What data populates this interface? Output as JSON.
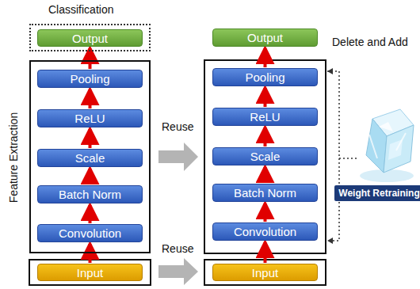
{
  "diagram": {
    "nodes": [
      {
        "text": [
          "Classification"
        ]
      },
      {
        "text": [
          "Output"
        ],
        "in": 0
      },
      {
        "text": [
          "Feature Extraction"
        ]
      },
      {
        "text": [
          "Pooling"
        ],
        "in": 2
      },
      {
        "text": [
          "ReLU"
        ],
        "in": 2
      },
      {
        "text": [
          "Scale"
        ],
        "in": 2
      },
      {
        "text": [
          "Batch Norm"
        ],
        "in": 2
      },
      {
        "text": [
          "Convolution"
        ],
        "in": 2
      },
      {
        "text": [
          "Input"
        ]
      },
      {
        "text": [
          "Output"
        ]
      },
      {
        "text": [
          "Pooling"
        ]
      },
      {
        "text": [
          "ReLU"
        ]
      },
      {
        "text": [
          "Scale"
        ]
      },
      {
        "text": [
          "Batch Norm"
        ]
      },
      {
        "text": [
          "Convolution"
        ]
      },
      {
        "text": [
          "Input"
        ]
      },
      {
        "text": [
          "Weight Retraining"
        ]
      }
    ],
    "edges": [
      {
        "from": 8,
        "to": 7,
        "arrow": "to"
      },
      {
        "from": 7,
        "to": 6,
        "arrow": "to"
      },
      {
        "from": 6,
        "to": 5,
        "arrow": "to"
      },
      {
        "from": 5,
        "to": 4,
        "arrow": "to"
      },
      {
        "from": 4,
        "to": 3,
        "arrow": "to"
      },
      {
        "from": 3,
        "to": 1,
        "arrow": "to"
      },
      {
        "from": 15,
        "to": 14,
        "arrow": "to"
      },
      {
        "from": 14,
        "to": 13,
        "arrow": "to"
      },
      {
        "from": 13,
        "to": 12,
        "arrow": "to"
      },
      {
        "from": 12,
        "to": 11,
        "arrow": "to"
      },
      {
        "from": 11,
        "to": 10,
        "arrow": "to"
      },
      {
        "from": 10,
        "to": 9,
        "arrow": "to"
      }
    ],
    "labels": [
      "Reuse",
      "Reuse",
      "Delete and Add"
    ]
  }
}
